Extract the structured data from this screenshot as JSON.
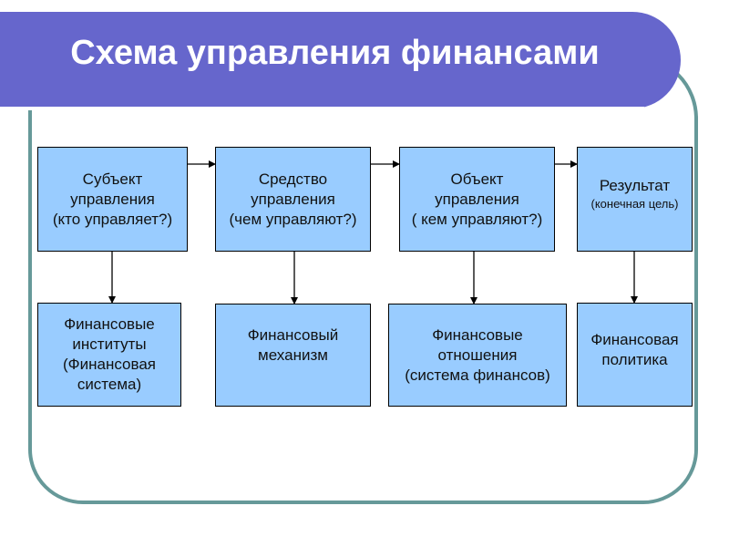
{
  "title": "Схема управления финансами",
  "colors": {
    "banner": "#6666cc",
    "frame": "#669999",
    "box_fill": "#99ccff",
    "box_border": "#000000"
  },
  "top_row": [
    {
      "lines": [
        "Субъект",
        "управления",
        "(кто управляет?)"
      ]
    },
    {
      "lines": [
        "Средство",
        "управления",
        "(чем управляют?)"
      ]
    },
    {
      "lines": [
        "Объект",
        "управления",
        "( кем управляют?)"
      ]
    },
    {
      "lines": [
        "Результат"
      ],
      "subtitle": "(конечная цель)"
    }
  ],
  "bottom_row": [
    {
      "lines": [
        "Финансовые",
        "институты",
        "(Финансовая",
        "система)"
      ]
    },
    {
      "lines": [
        "Финансовый",
        "механизм"
      ]
    },
    {
      "lines": [
        "Финансовые",
        "отношения",
        "(система финансов)"
      ]
    },
    {
      "lines": [
        "Финансовая",
        "политика"
      ]
    }
  ],
  "connections": [
    {
      "from": "top_row.0",
      "to": "top_row.1",
      "type": "arrow"
    },
    {
      "from": "top_row.1",
      "to": "top_row.2",
      "type": "arrow"
    },
    {
      "from": "top_row.2",
      "to": "top_row.3",
      "type": "arrow"
    },
    {
      "from": "top_row.0",
      "to": "bottom_row.0",
      "type": "arrow"
    },
    {
      "from": "top_row.1",
      "to": "bottom_row.1",
      "type": "arrow"
    },
    {
      "from": "top_row.2",
      "to": "bottom_row.2",
      "type": "arrow"
    },
    {
      "from": "top_row.3",
      "to": "bottom_row.3",
      "type": "arrow"
    }
  ]
}
